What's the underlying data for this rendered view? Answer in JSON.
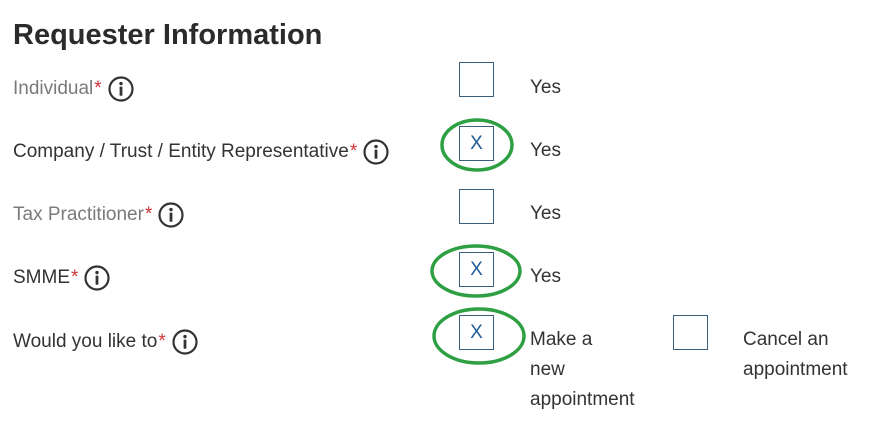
{
  "heading": "Requester Information",
  "required_mark": "*",
  "rows": [
    {
      "label": "Individual",
      "checked": false,
      "check_mark": "",
      "option": "Yes"
    },
    {
      "label": "Company / Trust / Entity Representative",
      "checked": true,
      "check_mark": "X",
      "option": "Yes"
    },
    {
      "label": "Tax Practitioner",
      "checked": false,
      "check_mark": "",
      "option": "Yes"
    },
    {
      "label": "SMME",
      "checked": true,
      "check_mark": "X",
      "option": "Yes"
    },
    {
      "label": "Would you like to",
      "options": [
        {
          "label_lines": [
            "Make a",
            "new",
            "appointment"
          ],
          "checked": true,
          "check_mark": "X"
        },
        {
          "label_lines": [
            "Cancel an",
            "appointment"
          ],
          "checked": false,
          "check_mark": ""
        }
      ]
    }
  ],
  "colors": {
    "required": "#d13438",
    "annotation_ring": "#2ea043",
    "checkbox_border": "#3a5f7d"
  },
  "icons": {
    "info": "info-circle-icon"
  }
}
